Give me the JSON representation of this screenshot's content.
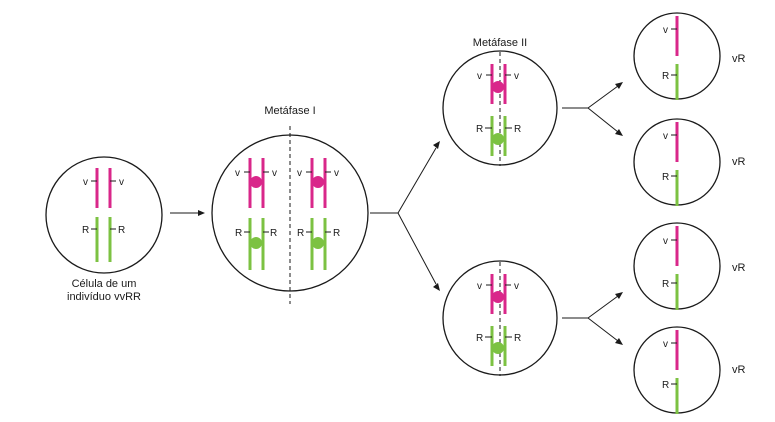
{
  "stage_labels": {
    "metaphase_1": "Metáfase I",
    "metaphase_2": "Metáfase II"
  },
  "initial_cell_caption": {
    "line1": "Célula de um",
    "line2": "indivíduo vvRR"
  },
  "alleles": {
    "v": "v",
    "R": "R"
  },
  "gamete_labels": [
    "vR",
    "vR",
    "vR",
    "vR"
  ],
  "colors": {
    "magenta": "#d9278a",
    "green": "#7cc242",
    "outline": "#1a1a1a"
  }
}
